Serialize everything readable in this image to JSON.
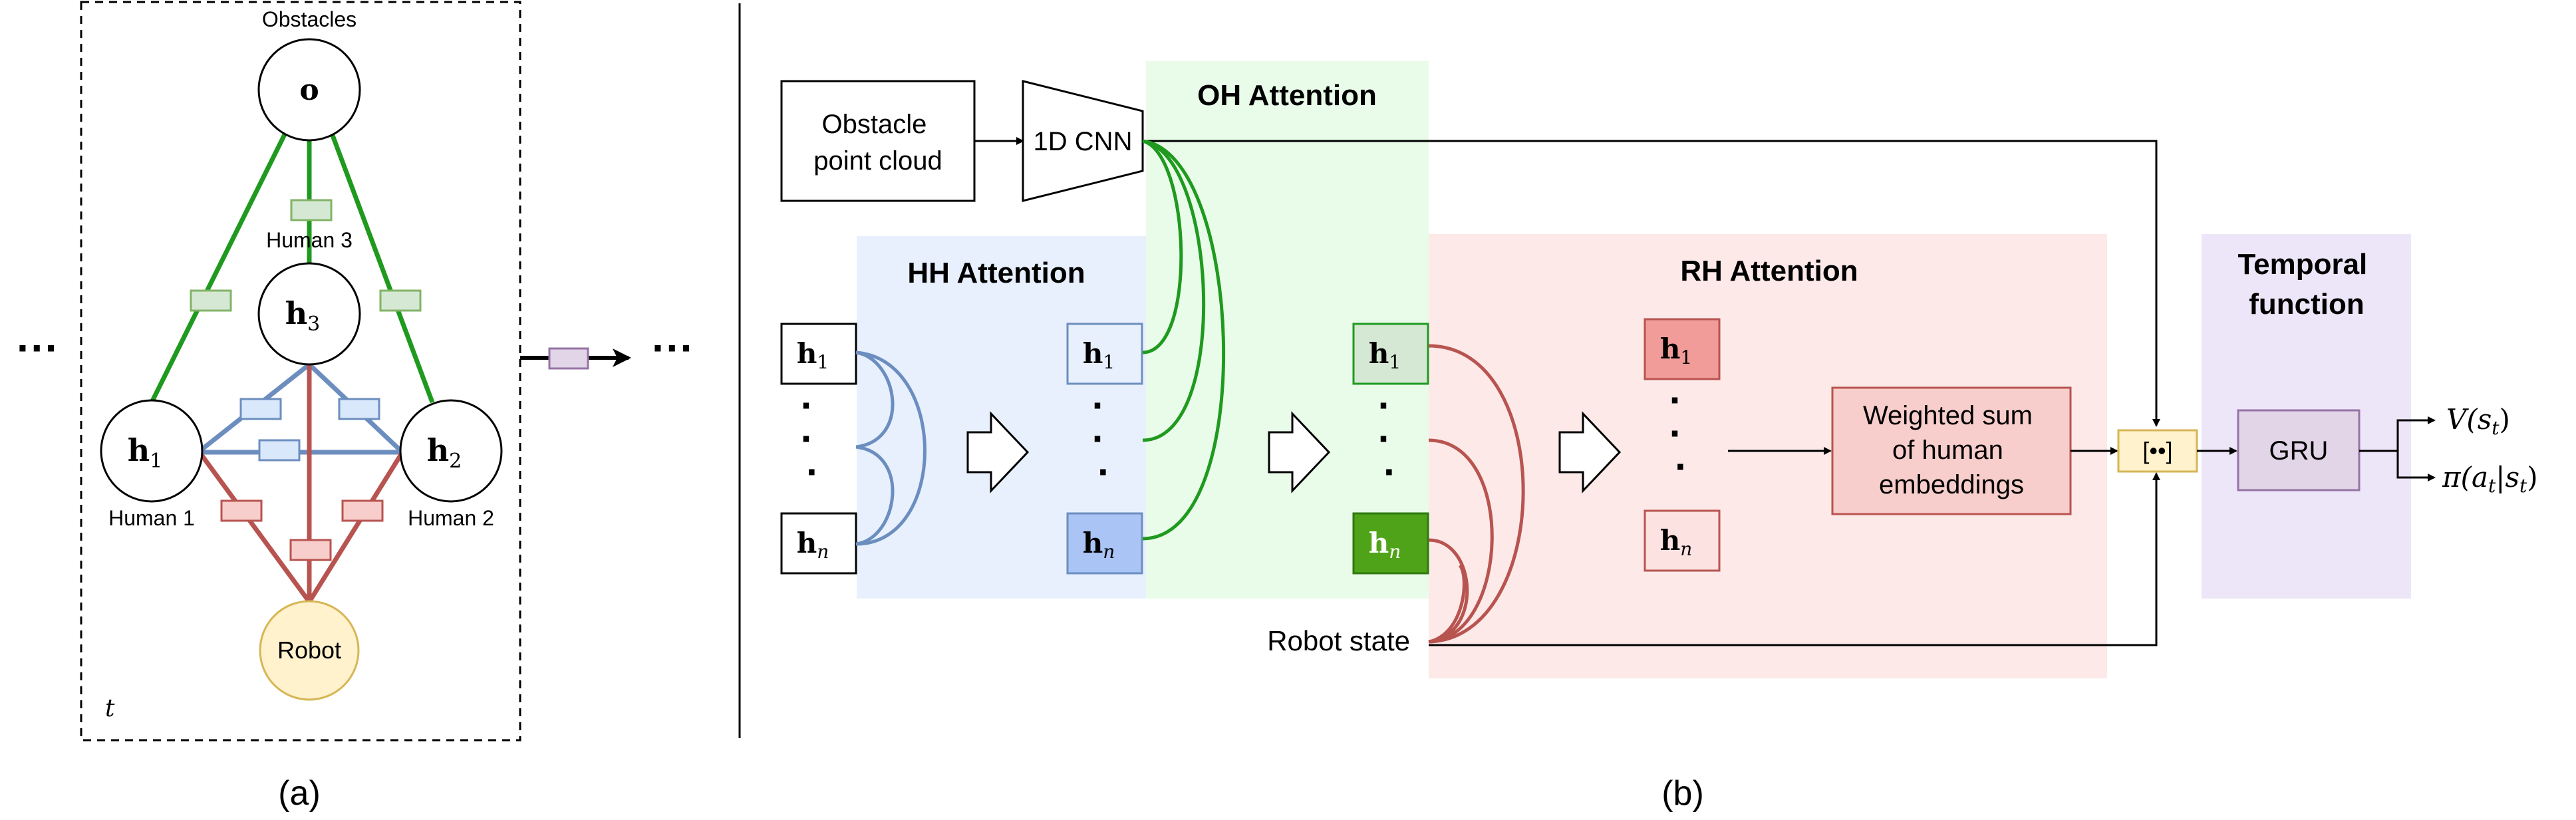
{
  "panel_a": {
    "caption": "(a)",
    "obstacles_title": "Obstacles",
    "obstacle_node": "o",
    "human3_node": "h",
    "human3_sub": "3",
    "human1_node": "h",
    "human1_sub": "1",
    "human2_node": "h",
    "human2_sub": "2",
    "human1_label": "Human 1",
    "human2_label": "Human 2",
    "human3_label": "Human 3",
    "robot_node": "Robot",
    "time_label": "t",
    "ellipsis_left": "···",
    "ellipsis_right": "···"
  },
  "panel_b": {
    "caption": "(b)",
    "obstacle_box": [
      "Obstacle",
      "point cloud"
    ],
    "cnn_label": "1D CNN",
    "oh_title": "OH Attention",
    "hh_title": "HH Attention",
    "rh_title": "RH Attention",
    "temporal_title": [
      "Temporal",
      "function"
    ],
    "h_symbol": "h",
    "sub_1": "1",
    "sub_n": "n",
    "vdots": "·",
    "robot_state": "Robot state",
    "weighted_sum": [
      "Weighted sum",
      "of human",
      "embeddings"
    ],
    "concat_label": "[••]",
    "gru_label": "GRU",
    "output_v": "V(s",
    "output_v_sub": "t",
    "output_pi": "π(a",
    "output_pi_mid": "|s",
    "output_pi_sub": "t"
  },
  "colors": {
    "green_edge": "#1f9a1f",
    "blue_edge": "#6c8ebf",
    "red_edge": "#b85450",
    "hh_region": "#e8f0fd",
    "oh_region": "#e9fbe9",
    "rh_region": "#fce9e8",
    "temporal_region": "#ede6f8",
    "robot_fill": "#fff2cc",
    "robot_stroke": "#d6b656"
  }
}
